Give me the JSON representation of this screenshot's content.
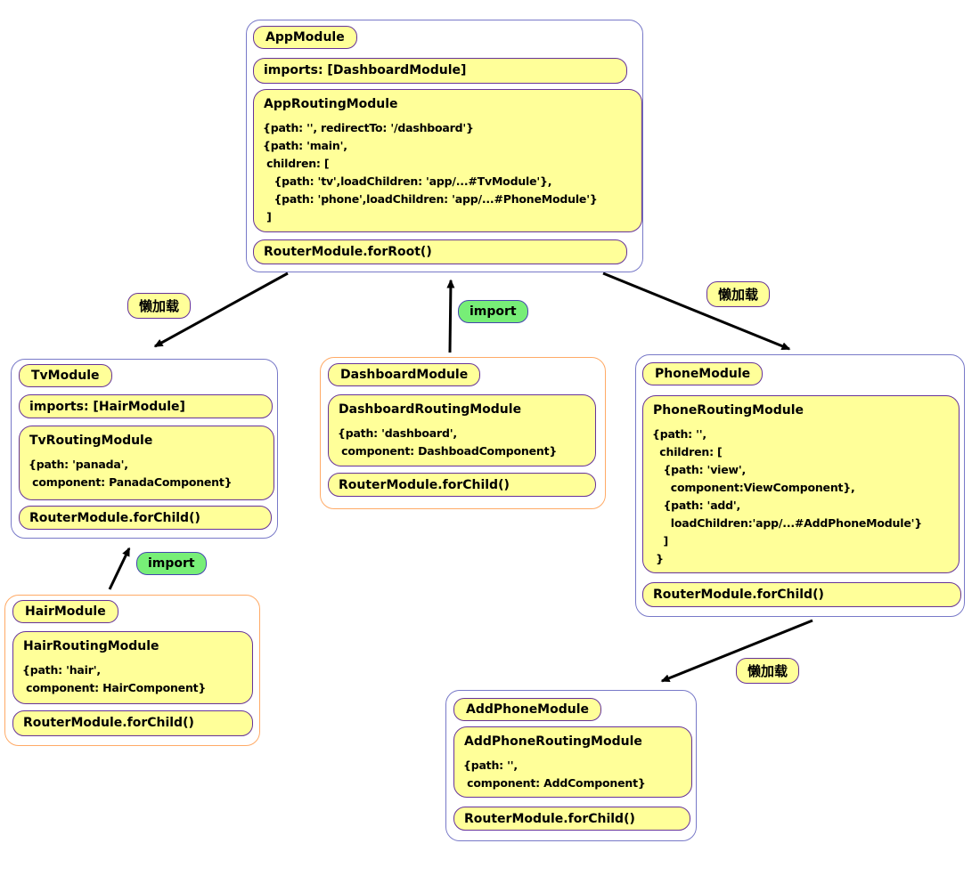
{
  "colors": {
    "node_fill": "#FFFF99",
    "import_label_fill": "#77EE77",
    "outer_border_blue": "#7879C8",
    "outer_border_orange": "#FFAA66",
    "inner_border_purple": "#663399",
    "arrow": "#000000"
  },
  "labels": {
    "lazy_load": "懒加载",
    "import": "import"
  },
  "modules": {
    "app": {
      "title": "AppModule",
      "imports": "imports: [DashboardModule]",
      "routing_title": "AppRoutingModule",
      "routing_code": "{path: '', redirectTo: '/dashboard'}\n{path: 'main',\n children: [\n   {path: 'tv',loadChildren: 'app/...#TvModule'},\n   {path: 'phone',loadChildren: 'app/...#PhoneModule'}\n ]",
      "router": "RouterModule.forRoot()"
    },
    "tv": {
      "title": "TvModule",
      "imports": "imports: [HairModule]",
      "routing_title": "TvRoutingModule",
      "routing_code": "{path: 'panada',\n component: PanadaComponent}",
      "router": "RouterModule.forChild()"
    },
    "dashboard": {
      "title": "DashboardModule",
      "routing_title": "DashboardRoutingModule",
      "routing_code": "{path: 'dashboard',\n component: DashboadComponent}",
      "router": "RouterModule.forChild()"
    },
    "phone": {
      "title": "PhoneModule",
      "routing_title": "PhoneRoutingModule",
      "routing_code": "{path: '',\n  children: [\n   {path: 'view',\n     component:ViewComponent},\n   {path: 'add',\n     loadChildren:'app/...#AddPhoneModule'}\n   ]\n }",
      "router": "RouterModule.forChild()"
    },
    "hair": {
      "title": "HairModule",
      "routing_title": "HairRoutingModule",
      "routing_code": "{path: 'hair',\n component: HairComponent}",
      "router": "RouterModule.forChild()"
    },
    "addphone": {
      "title": "AddPhoneModule",
      "routing_title": "AddPhoneRoutingModule",
      "routing_code": "{path: '',\n component: AddComponent}",
      "router": "RouterModule.forChild()"
    }
  }
}
